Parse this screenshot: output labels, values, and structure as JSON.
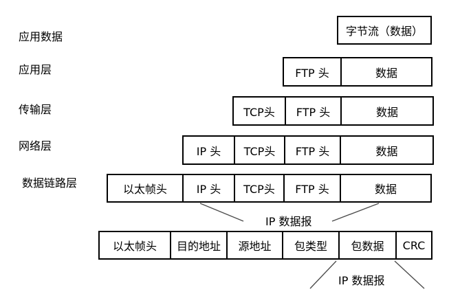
{
  "colors": {
    "background": "#ffffff",
    "box_border": "#000000",
    "text": "#000000",
    "connector_line": "#4d4d4d"
  },
  "layers": [
    {
      "label": "应用数据"
    },
    {
      "label": "应用层"
    },
    {
      "label": "传输层"
    },
    {
      "label": "网络层"
    },
    {
      "label": "数据链路层"
    }
  ],
  "rows": [
    {
      "cells": [
        "字节流（数据）"
      ]
    },
    {
      "cells": [
        "FTP 头",
        "数据"
      ]
    },
    {
      "cells": [
        "TCP头",
        "FTP 头",
        "数据"
      ]
    },
    {
      "cells": [
        "IP 头",
        "TCP头",
        "FTP 头",
        "数据"
      ]
    },
    {
      "cells": [
        "以太帧头",
        "IP 头",
        "TCP头",
        "FTP 头",
        "数据"
      ]
    },
    {
      "cells": [
        "以太帧头",
        "目的地址",
        "源地址",
        "包类型",
        "包数据",
        "CRC"
      ]
    }
  ],
  "annotations": {
    "ip_datagram_upper": "IP 数据报",
    "ip_datagram_lower": "IP 数据报"
  }
}
